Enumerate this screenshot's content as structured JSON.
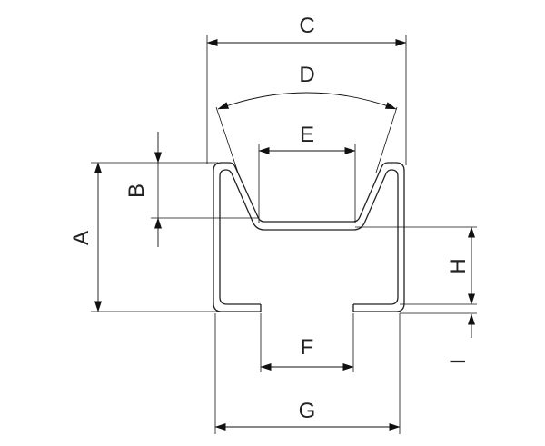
{
  "diagram": {
    "labels": {
      "A": "A",
      "B": "B",
      "C": "C",
      "D": "D",
      "E": "E",
      "F": "F",
      "G": "G",
      "H": "H",
      "I": "I"
    },
    "colors": {
      "line": "#111111",
      "profile": "#222222",
      "text": "#222222",
      "background": "#ffffff"
    }
  }
}
